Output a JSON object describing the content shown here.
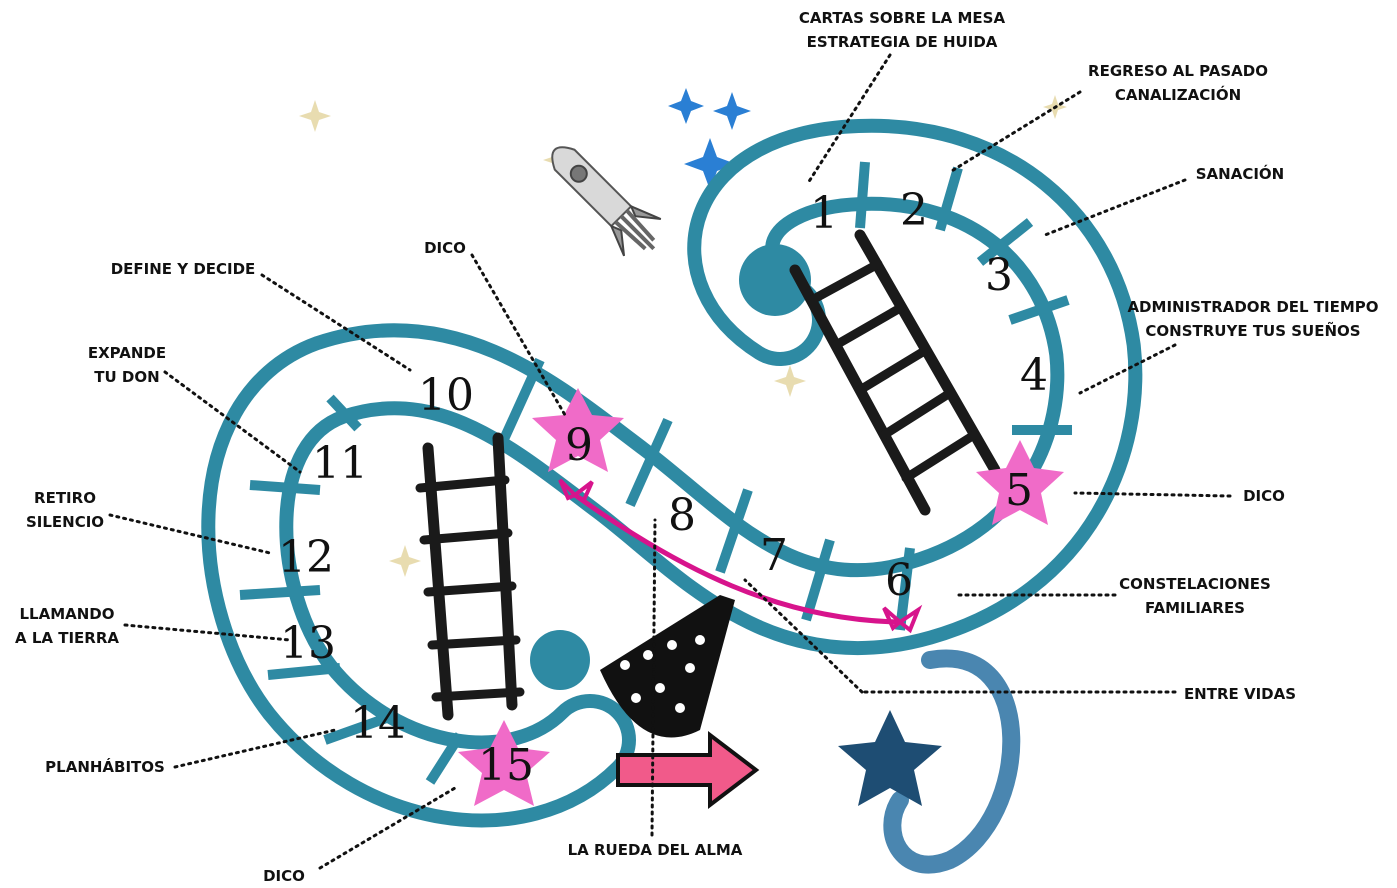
{
  "board": {
    "cells": [
      "1",
      "2",
      "3",
      "4",
      "5",
      "6",
      "7",
      "8",
      "9",
      "10",
      "11",
      "12",
      "13",
      "14",
      "15"
    ],
    "star_cells": [
      "5",
      "9",
      "15"
    ],
    "colors": {
      "track": "#2e8aa3",
      "track_light": "#ffffff",
      "pink_star": "#f06bc8",
      "ribbon": "#d7148c",
      "ladder": "#1a1a1a",
      "big_star": "#1e4d73",
      "arrow": "#f15a8a",
      "sparkle_blue": "#2a7fd4",
      "sparkle_gold": "#e8dcb0"
    },
    "icons": [
      "rocket-icon",
      "sparkle-icon",
      "ladder-icon",
      "bag-icon",
      "arrow-right-icon",
      "star-icon",
      "ribbon-bow-icon"
    ]
  },
  "labels": {
    "cartas": [
      "CARTAS SOBRE LA MESA",
      "ESTRATEGIA DE HUIDA"
    ],
    "regreso": [
      "REGRESO AL PASADO",
      "CANALIZACIÓN"
    ],
    "sanacion": [
      "SANACIÓN"
    ],
    "administrador": [
      "ADMINISTRADOR DEL TIEMPO",
      "CONSTRUYE TUS SUEÑOS"
    ],
    "dico_right": [
      "DICO"
    ],
    "constelaciones": [
      "CONSTELACIONES",
      "FAMILIARES"
    ],
    "entre_vidas": [
      "ENTRE VIDAS"
    ],
    "rueda": [
      "LA RUEDA DEL ALMA"
    ],
    "dico_bottom": [
      "DICO"
    ],
    "planhabitos": [
      "PLANHÁBITOS"
    ],
    "llamando": [
      "LLAMANDO",
      "A LA TIERRA"
    ],
    "retiro": [
      "RETIRO",
      "SILENCIO"
    ],
    "expande": [
      "EXPANDE",
      "TU DON"
    ],
    "define": [
      "DEFINE Y DECIDE"
    ],
    "dico_top": [
      "DICO"
    ]
  }
}
